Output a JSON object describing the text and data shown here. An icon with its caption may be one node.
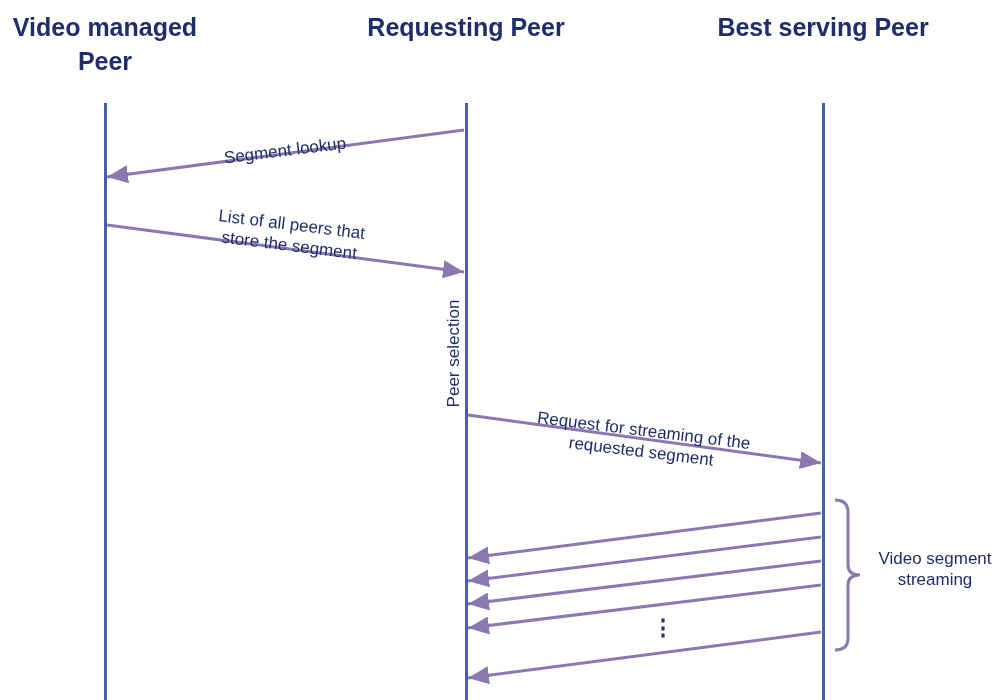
{
  "diagram": {
    "nodes": [
      {
        "text": [
          "Video managed Peer"
        ]
      },
      {
        "text": [
          "Requesting Peer"
        ]
      },
      {
        "text": [
          "Best serving Peer"
        ]
      }
    ],
    "edges": [
      {
        "from": 1,
        "to": 0,
        "arrow": "to",
        "label": "Segment lookup"
      },
      {
        "from": 0,
        "to": 1,
        "arrow": "to",
        "label": "List of all peers that store the segment"
      },
      {
        "from": 1,
        "to": 2,
        "arrow": "to",
        "label": "Request for streaming of the requested segment"
      },
      {
        "from": 2,
        "to": 1,
        "arrow": "to"
      },
      {
        "from": 2,
        "to": 1,
        "arrow": "to"
      },
      {
        "from": 2,
        "to": 1,
        "arrow": "to"
      },
      {
        "from": 2,
        "to": 1,
        "arrow": "to"
      },
      {
        "from": 2,
        "to": 1,
        "arrow": "to"
      }
    ],
    "labels": [
      "Peer selection",
      "⋮",
      "Video segment streaming"
    ]
  }
}
